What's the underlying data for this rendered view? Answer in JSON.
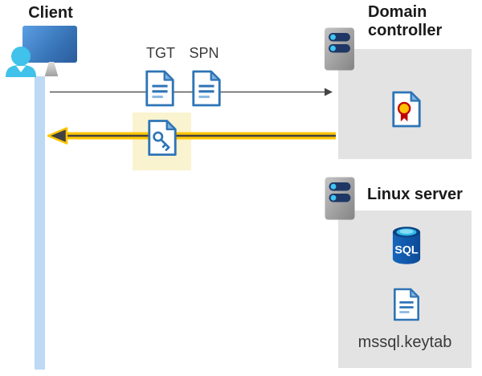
{
  "client": {
    "label": "Client"
  },
  "flow": {
    "tgt_label": "TGT",
    "spn_label": "SPN"
  },
  "domain_controller": {
    "label": "Domain controller"
  },
  "linux_server": {
    "label": "Linux server",
    "sql_text": "SQL",
    "keytab_file": "mssql.keytab"
  },
  "icons": {
    "client": "user-at-monitor-icon",
    "servers": "server-icon",
    "tgt": "document-icon",
    "spn": "document-icon",
    "service_ticket": "key-document-icon",
    "certificate": "certificate-document-icon",
    "database": "sql-database-icon",
    "keytab": "document-icon"
  },
  "colors": {
    "arrow_yellow": "#fdc500",
    "arrow_dark_core": "#424242",
    "request_arrow_gray": "#575757",
    "highlight_box_yellow": "#faf3cf",
    "lifeline_blue": "#bdd9f4",
    "box_gray": "#e3e3e3",
    "document_blue": "#2e75b6",
    "document_fold_blue": "#7fb3de",
    "server_bar_navy": "#1e3765",
    "server_led_cyan": "#3fc6f3",
    "person_cyan": "#40c2ea",
    "seal_yellow": "#ffc000",
    "seal_red": "#c00000",
    "sql_blue": "#0d4a96"
  }
}
